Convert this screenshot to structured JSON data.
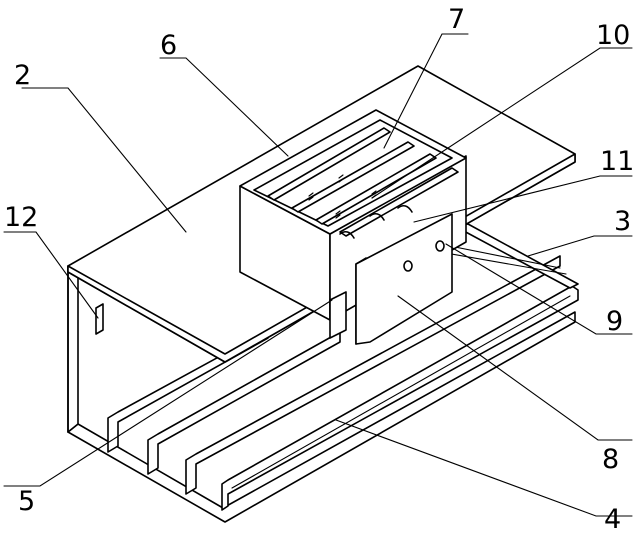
{
  "labels": {
    "l2": "2",
    "l6": "6",
    "l7": "7",
    "l10": "10",
    "l11": "11",
    "l3": "3",
    "l12": "12",
    "l9": "9",
    "l8": "8",
    "l5": "5",
    "l4": "4"
  },
  "colors": {
    "stroke": "#000000",
    "background": "#ffffff"
  }
}
